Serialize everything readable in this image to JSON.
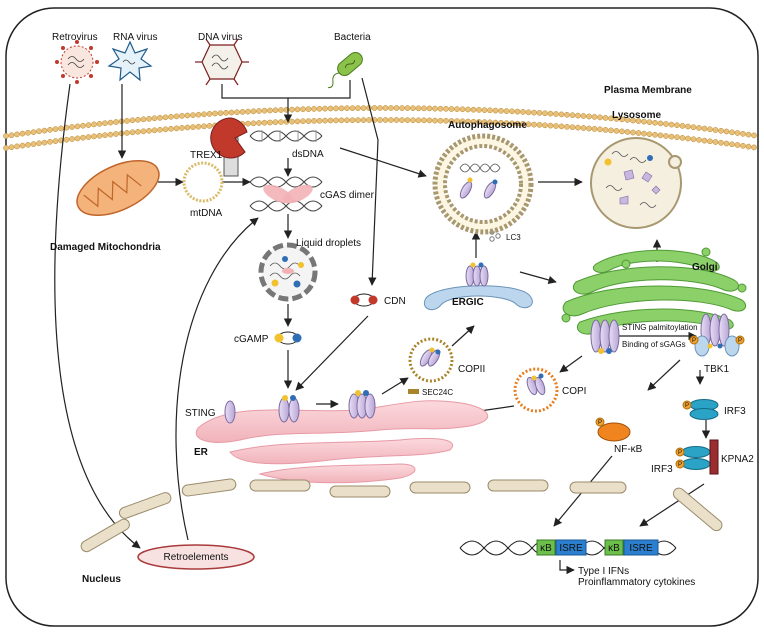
{
  "pathogens": {
    "retrovirus": "Retrovirus",
    "rna_virus": "RNA virus",
    "dna_virus": "DNA virus",
    "bacteria": "Bacteria"
  },
  "membrane": {
    "plasma_membrane": "Plasma Membrane",
    "nucleus": "Nucleus"
  },
  "organelles": {
    "damaged_mitochondria": "Damaged Mitochondria",
    "mtdna": "mtDNA",
    "er": "ER",
    "ergic": "ERGIC",
    "golgi": "Golgi",
    "autophagosome": "Autophagosome",
    "lysosome": "Lysosome",
    "lc3": "LC3",
    "copii": "COPII",
    "copi": "COPI",
    "sec24c": "SEC24C",
    "retroelements": "Retroelements"
  },
  "molecules": {
    "trex1": "TREX1",
    "dsdna": "dsDNA",
    "cgas_dimer": "cGAS dimer",
    "liquid_droplets": "Liquid droplets",
    "cgamp": "cGAMP",
    "cdn": "CDN",
    "sting": "STING",
    "tbk1": "TBK1",
    "irf3": "IRF3",
    "irf3_b": "IRF3",
    "kpna2": "KPNA2",
    "nfkb": "NF-κB",
    "p": "P"
  },
  "golgi_notes": {
    "line1": "STING palmitoylation",
    "line2": "Binding of sGAGs"
  },
  "nucleus_dna": {
    "kb": "κB",
    "isre": "ISRE",
    "out1": "Type I IFNs",
    "out2": "Proinflammatory cytokines"
  },
  "colors": {
    "membrane": "#e8c07a",
    "er": "#f6c6cc",
    "golgi": "#7dc35a",
    "sting": "#c9b7e0",
    "tbk1": "#a9c7ee",
    "irf3": "#2aa3c6",
    "nfkb": "#f0851f",
    "kpna2": "#9b2c2f",
    "isre": "#2b7fce",
    "kb": "#6cbf4b",
    "mito": "#f0a766",
    "retro": "#a93a3a"
  }
}
